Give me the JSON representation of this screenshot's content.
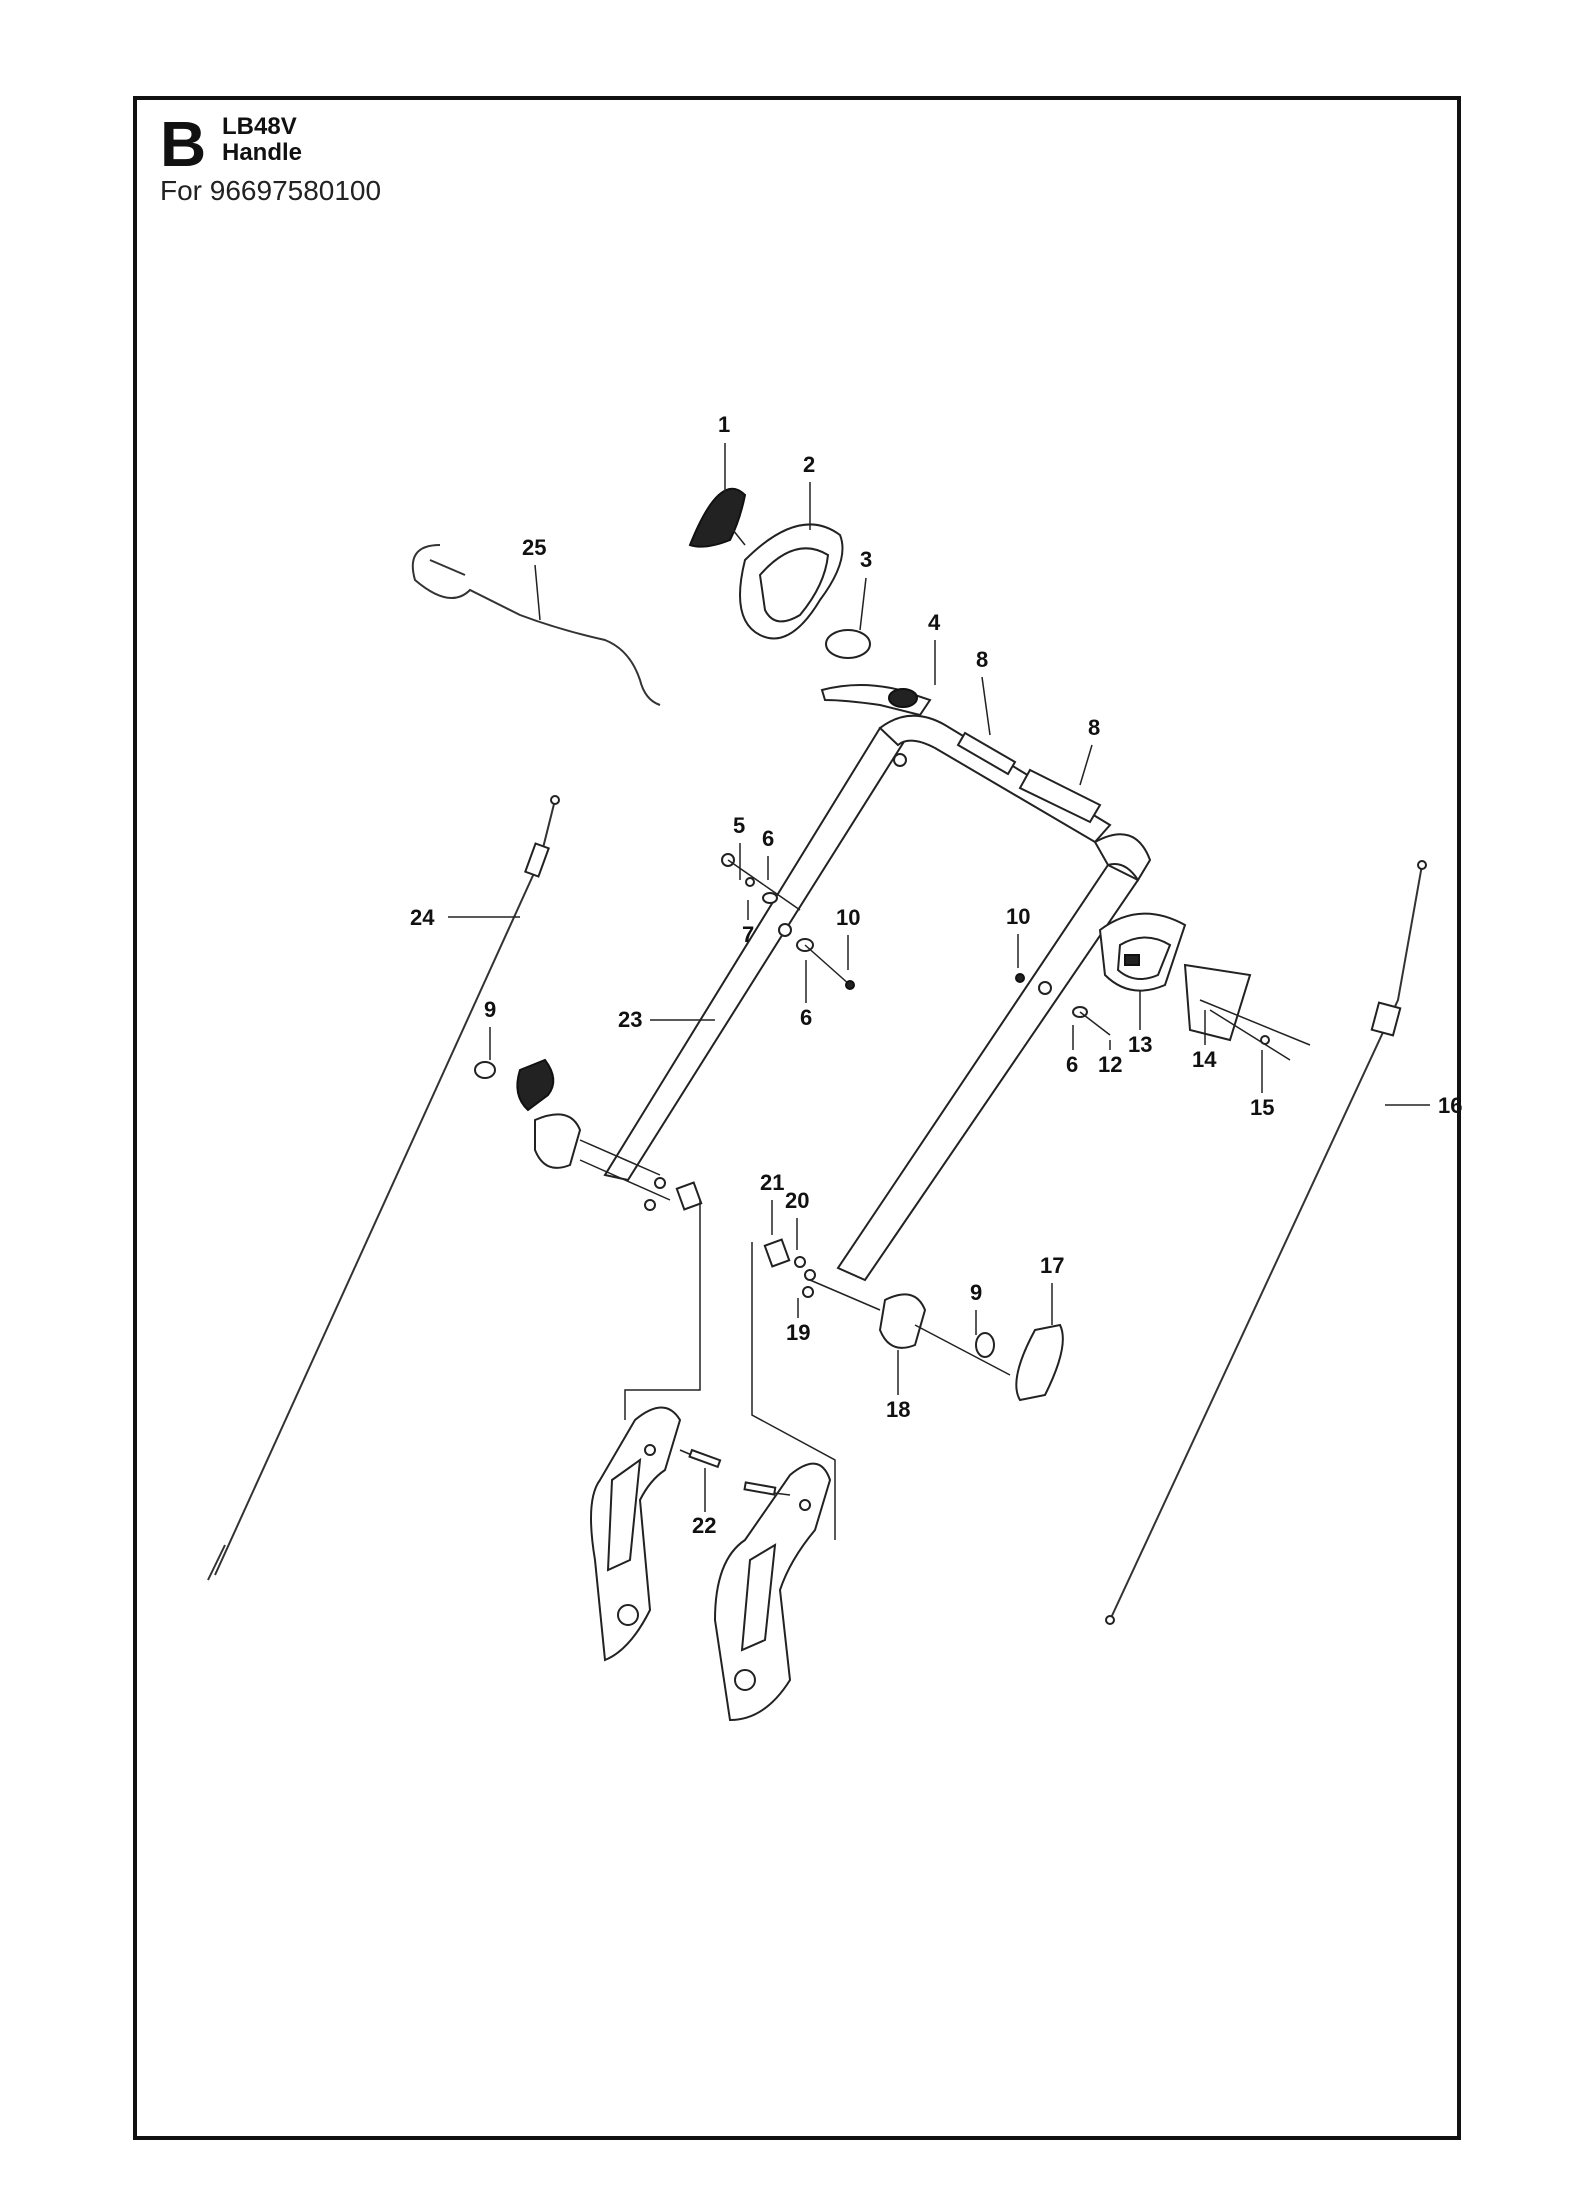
{
  "header": {
    "section_letter": "B",
    "model": "LB48V",
    "assembly": "Handle",
    "for_line": "For 96697580100"
  },
  "callouts": [
    {
      "id": "c1",
      "label": "1"
    },
    {
      "id": "c2",
      "label": "2"
    },
    {
      "id": "c3",
      "label": "3"
    },
    {
      "id": "c4",
      "label": "4"
    },
    {
      "id": "c8a",
      "label": "8"
    },
    {
      "id": "c8b",
      "label": "8"
    },
    {
      "id": "c25",
      "label": "25"
    },
    {
      "id": "c5",
      "label": "5"
    },
    {
      "id": "c6a",
      "label": "6"
    },
    {
      "id": "c7",
      "label": "7"
    },
    {
      "id": "c10a",
      "label": "10"
    },
    {
      "id": "c6b",
      "label": "6"
    },
    {
      "id": "c10b",
      "label": "10"
    },
    {
      "id": "c24",
      "label": "24"
    },
    {
      "id": "c9a",
      "label": "9"
    },
    {
      "id": "c23",
      "label": "23"
    },
    {
      "id": "c13",
      "label": "13"
    },
    {
      "id": "c6c",
      "label": "6"
    },
    {
      "id": "c12",
      "label": "12"
    },
    {
      "id": "c14",
      "label": "14"
    },
    {
      "id": "c15",
      "label": "15"
    },
    {
      "id": "c16",
      "label": "16"
    },
    {
      "id": "c21",
      "label": "21"
    },
    {
      "id": "c20",
      "label": "20"
    },
    {
      "id": "c17",
      "label": "17"
    },
    {
      "id": "c9b",
      "label": "9"
    },
    {
      "id": "c19",
      "label": "19"
    },
    {
      "id": "c18",
      "label": "18"
    },
    {
      "id": "c22",
      "label": "22"
    }
  ]
}
